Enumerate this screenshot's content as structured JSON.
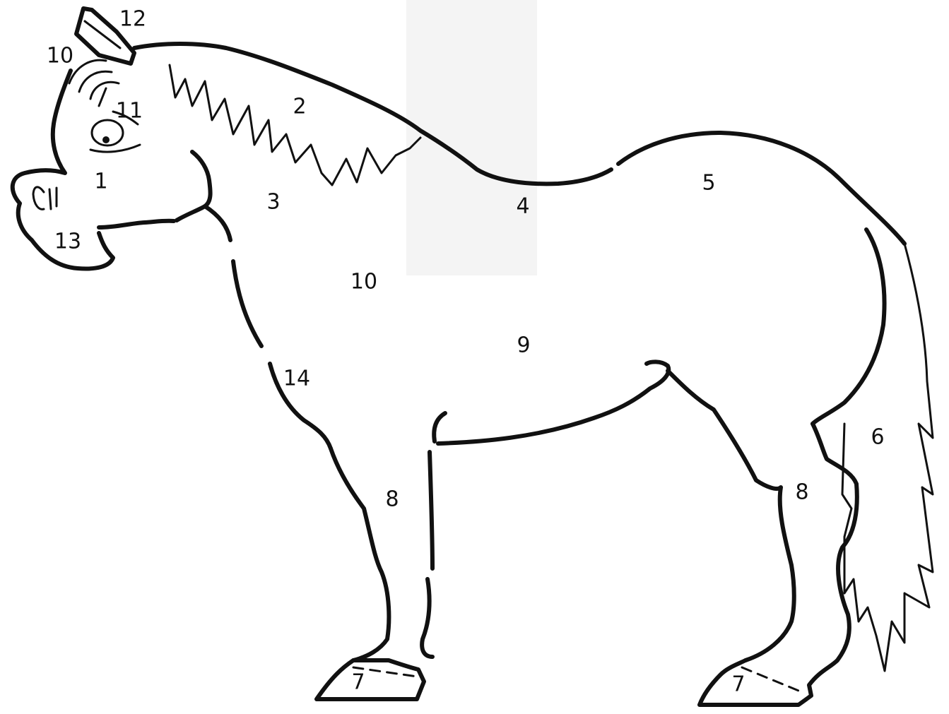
{
  "diagram": {
    "labels": [
      {
        "id": "head",
        "text": "1"
      },
      {
        "id": "mane",
        "text": "2"
      },
      {
        "id": "neck",
        "text": "3"
      },
      {
        "id": "back",
        "text": "4"
      },
      {
        "id": "croup",
        "text": "5"
      },
      {
        "id": "tail",
        "text": "6"
      },
      {
        "id": "front-hoof",
        "text": "7"
      },
      {
        "id": "hind-hoof",
        "text": "7"
      },
      {
        "id": "front-leg",
        "text": "8"
      },
      {
        "id": "hind-leg",
        "text": "8"
      },
      {
        "id": "belly",
        "text": "9"
      },
      {
        "id": "shoulder",
        "text": "10"
      },
      {
        "id": "forelock",
        "text": "10"
      },
      {
        "id": "eye",
        "text": "11"
      },
      {
        "id": "ear",
        "text": "12"
      },
      {
        "id": "muzzle",
        "text": "13"
      },
      {
        "id": "chest",
        "text": "14"
      }
    ]
  }
}
